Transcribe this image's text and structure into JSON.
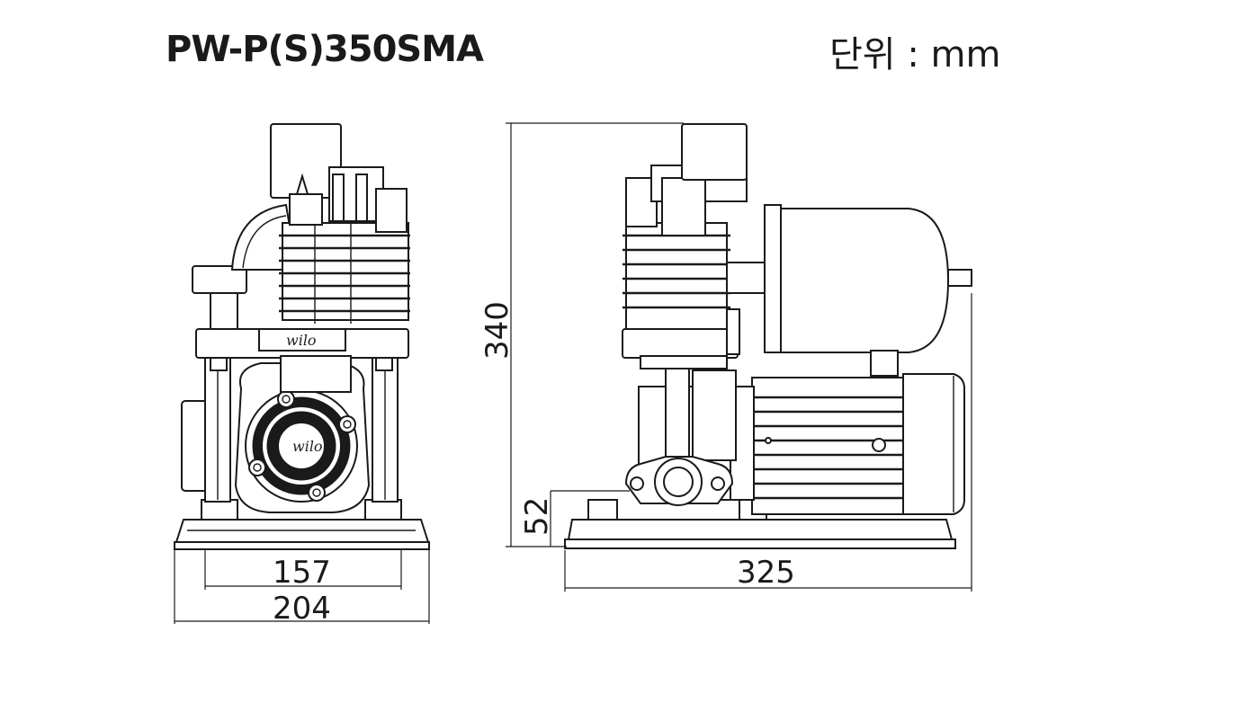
{
  "header": {
    "model": "PW-P(S)350SMA",
    "unit": "단위 : mm"
  },
  "front_view": {
    "logo": "wilo",
    "dimensions": {
      "inner_width": "157",
      "outer_width": "204"
    }
  },
  "side_view": {
    "dimensions": {
      "height": "340",
      "base_height": "52",
      "length": "325"
    }
  }
}
